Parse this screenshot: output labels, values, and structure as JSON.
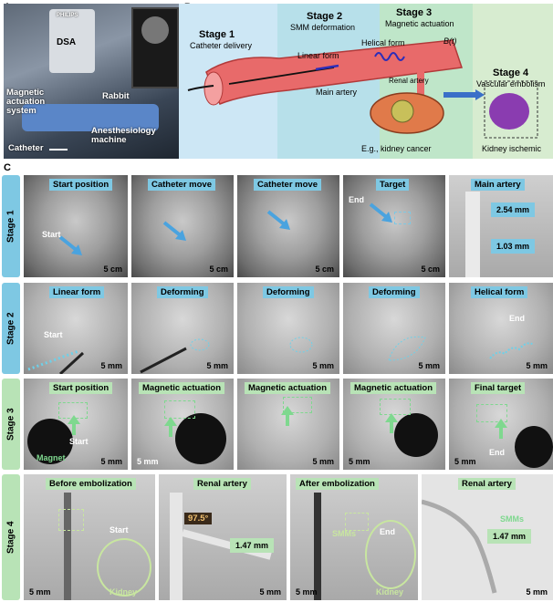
{
  "panel_letters": {
    "a": "A",
    "b": "B",
    "c": "C"
  },
  "panel_a": {
    "brand": "PHILIPS",
    "dsa": "DSA",
    "magnetic_system": "Magnetic\nactuation\nsystem",
    "rabbit": "Rabbit",
    "anesthesiology": "Anesthesiology\nmachine",
    "catheter": "Catheter"
  },
  "panel_b": {
    "stage1_title": "Stage 1",
    "stage1_sub": "Catheter delivery",
    "stage2_title": "Stage 2",
    "stage2_sub": "SMM deformation",
    "stage3_title": "Stage 3",
    "stage3_sub": "Magnetic actuation",
    "stage4_title": "Stage 4",
    "stage4_sub": "Vascular embolism",
    "linear_form": "Linear form",
    "helical_form": "Helical form",
    "field": "B(t)",
    "main_artery": "Main artery",
    "renal_artery": "Renal artery",
    "example": "E.g., kidney cancer",
    "kidney_ischemic": "Kidney ischemic"
  },
  "stage_labels": [
    "Stage 1",
    "Stage 2",
    "Stage 3",
    "Stage 4"
  ],
  "stage1": {
    "captions": [
      "Start position",
      "Catheter move",
      "Catheter move",
      "Target",
      "Main artery"
    ],
    "start": "Start",
    "end": "End",
    "scale": "5 cm",
    "meas1": "2.54 mm",
    "meas2": "1.03 mm"
  },
  "stage2": {
    "captions": [
      "Linear form",
      "Deforming",
      "Deforming",
      "Deforming",
      "Helical form"
    ],
    "start": "Start",
    "end": "End",
    "scale": "5 mm"
  },
  "stage3": {
    "captions": [
      "Start position",
      "Magnetic actuation",
      "Magnetic actuation",
      "Magnetic actuation",
      "Final target"
    ],
    "start": "Start",
    "magnet": "Magnet",
    "end": "End",
    "scale": "5 mm"
  },
  "stage4": {
    "captions": [
      "Before embolization",
      "Renal artery",
      "After embolization",
      "Renal artery"
    ],
    "start": "Start",
    "end": "End",
    "kidney": "Kidney",
    "angle": "97.5°",
    "meas": "1.47 mm",
    "smms": "SMMs",
    "scale": "5 mm"
  },
  "colors": {
    "stage_blue": "#7ec8e3",
    "stage_green": "#b8e3b6",
    "artery": "#e05a5a",
    "arrow_blue": "#4aa3df",
    "arrow_green": "#7fd88f"
  }
}
